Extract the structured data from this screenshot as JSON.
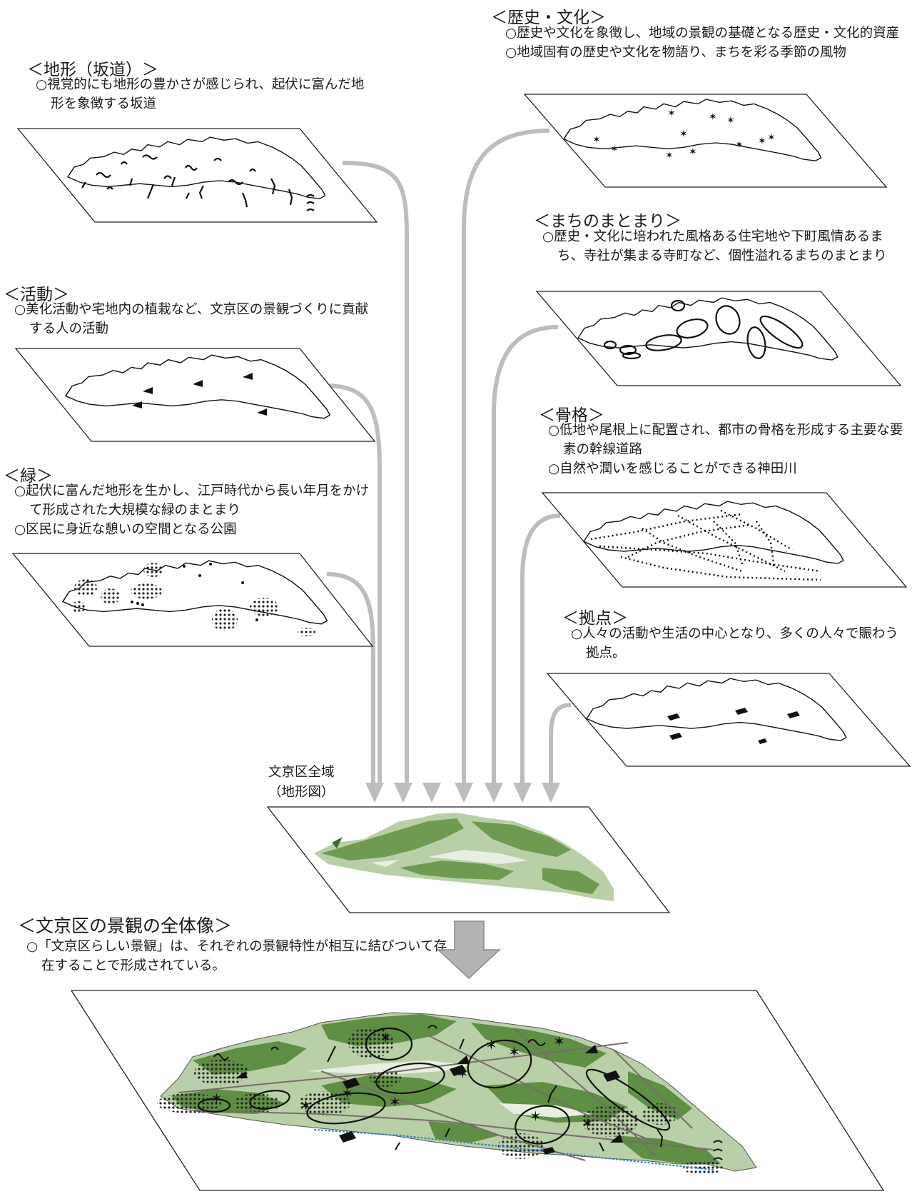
{
  "layers": {
    "slope": {
      "title": "＜地形（坂道）＞",
      "items": [
        "○視覚的にも地形の豊かさが感じられ、起伏に富んだ地形を象徴する坂道"
      ]
    },
    "activity": {
      "title": "＜活動＞",
      "items": [
        "○美化活動や宅地内の植栽など、文京区の景観づくりに貢献する人の活動"
      ]
    },
    "green": {
      "title": "＜緑＞",
      "items": [
        "○起伏に富んだ地形を生かし、江戸時代から長い年月をかけて形成された大規模な緑のまとまり",
        "○区民に身近な憩いの空間となる公園"
      ]
    },
    "history": {
      "title": "＜歴史・文化＞",
      "items": [
        "○歴史や文化を象徴し、地域の景観の基礎となる歴史・文化的資産",
        "○地域固有の歴史や文化を物語り、まちを彩る季節の風物"
      ]
    },
    "district": {
      "title": "＜まちのまとまり＞",
      "items": [
        "○歴史・文化に培われた風格ある住宅地や下町風情あるまち、寺社が集まる寺町など、個性溢れるまちのまとまり"
      ]
    },
    "framework": {
      "title": "＜骨格＞",
      "items": [
        "○低地や尾根上に配置され、都市の骨格を形成する主要な要素の幹線道路",
        "○自然や潤いを感じることができる神田川"
      ]
    },
    "hub": {
      "title": "＜拠点＞",
      "items": [
        "○人々の活動や生活の中心となり、多くの人々で賑わう拠点。"
      ]
    }
  },
  "base_map": {
    "label_line1": "文京区全域",
    "label_line2": "（地形図）"
  },
  "overall": {
    "title": "＜文京区の景観の全体像＞",
    "text": "○「文京区らしい景観」は、それぞれの景観特性が相互に結びついて存在することで形成されている。"
  },
  "colors": {
    "arrow": "#bdbdbd",
    "green_dark": "#5a8a3c",
    "green_mid": "#7fa766",
    "green_light": "#b9cfa8",
    "ink": "#111111"
  }
}
